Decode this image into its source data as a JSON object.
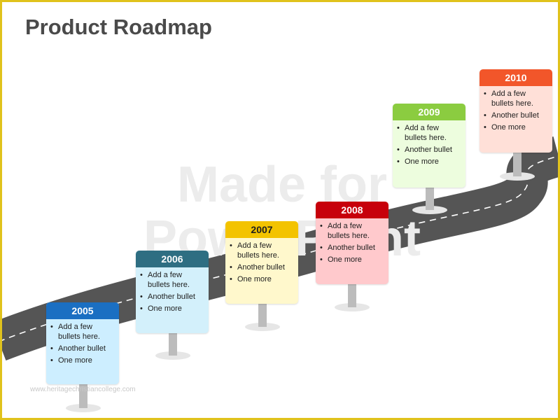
{
  "title": "Product Roadmap",
  "watermark": {
    "line1": "Made for",
    "line2": "PowerPoint"
  },
  "milestones": [
    {
      "year": "2005",
      "color": "#1b6fc2",
      "body_color": "#cdeeff",
      "bullets": [
        "Add a few bullets here.",
        "Another bullet",
        "One more"
      ]
    },
    {
      "year": "2006",
      "color": "#2e6e82",
      "body_color": "#d3f0fb",
      "bullets": [
        "Add a few bullets here.",
        "Another bullet",
        "One more"
      ]
    },
    {
      "year": "2007",
      "color": "#f3c300",
      "body_color": "#fff8cc",
      "bullets": [
        "Add a few bullets here.",
        "Another bullet",
        "One more"
      ]
    },
    {
      "year": "2008",
      "color": "#c7000b",
      "body_color": "#ffc9cc",
      "bullets": [
        "Add a few bullets here.",
        "Another bullet",
        "One more"
      ]
    },
    {
      "year": "2009",
      "color": "#8bcc40",
      "body_color": "#edfdde",
      "bullets": [
        "Add a few bullets here.",
        "Another bullet",
        "One more"
      ]
    },
    {
      "year": "2010",
      "color": "#f2562a",
      "body_color": "#ffe0d8",
      "bullets": [
        "Add a few bullets here.",
        "Another bullet",
        "One more"
      ]
    }
  ],
  "footer": "www.heritagechristiancollege.com"
}
